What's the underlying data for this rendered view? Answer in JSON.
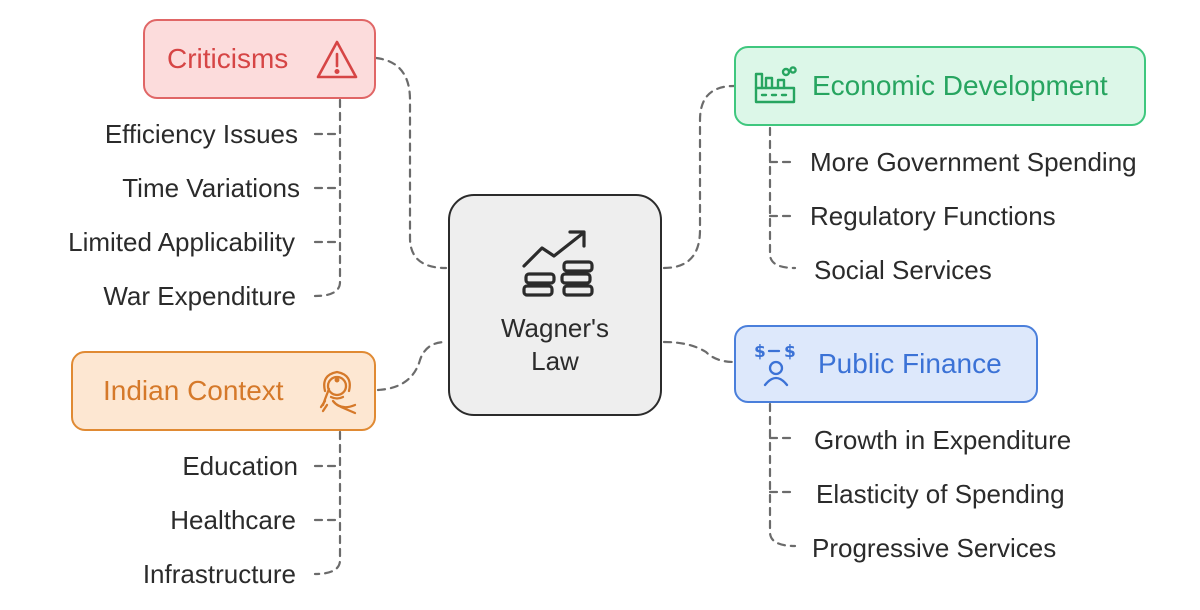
{
  "center": {
    "label_line1": "Wagner's",
    "label_line2": "Law",
    "icon": "growth-chart-coins-icon"
  },
  "branches": {
    "criticisms": {
      "label": "Criticisms",
      "icon": "warning-triangle-icon",
      "color": "#d64545",
      "items": [
        "Efficiency Issues",
        "Time Variations",
        "Limited Applicability",
        "War Expenditure"
      ]
    },
    "economic_development": {
      "label": "Economic Development",
      "icon": "factory-icon",
      "color": "#27a560",
      "items": [
        "More Government Spending",
        "Regulatory Functions",
        "Social Services"
      ]
    },
    "indian_context": {
      "label": "Indian Context",
      "icon": "indian-woman-icon",
      "color": "#d5792a",
      "items": [
        "Education",
        "Healthcare",
        "Infrastructure"
      ]
    },
    "public_finance": {
      "label": "Public Finance",
      "icon": "person-money-icon",
      "color": "#3b72d6",
      "items": [
        "Growth in Expenditure",
        "Elasticity of Spending",
        "Progressive Services"
      ]
    }
  }
}
